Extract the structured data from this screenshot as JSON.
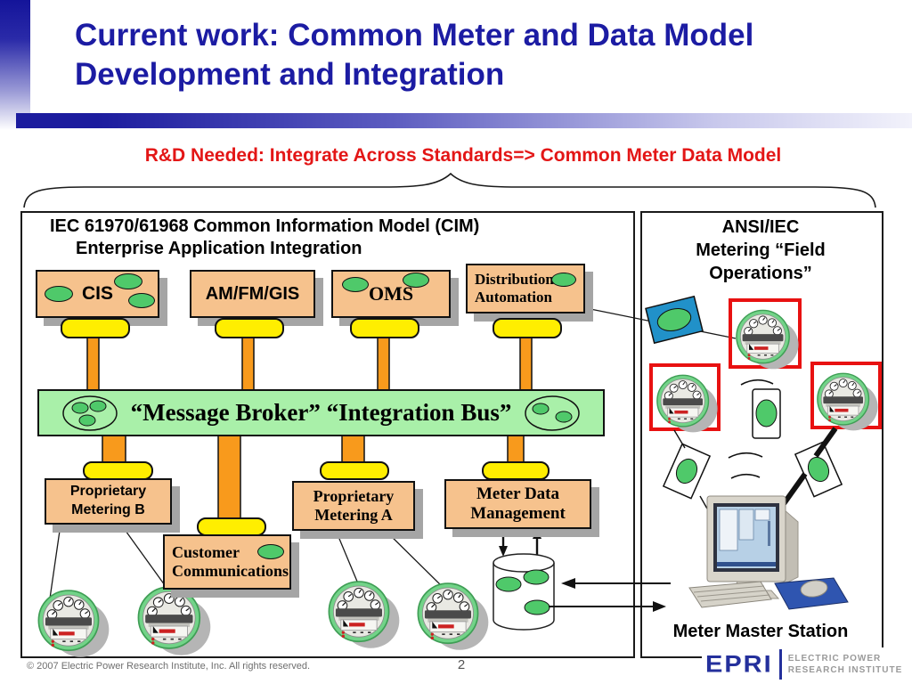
{
  "slide": {
    "title_line1": "Current work: Common Meter and Data Model",
    "title_line2": "Development and Integration",
    "subtitle": "R&D Needed: Integrate Across Standards=> Common Meter Data Model"
  },
  "left_panel": {
    "heading1": "IEC 61970/61968 Common Information Model (CIM)",
    "heading2": "Enterprise Application Integration",
    "apps": {
      "cis": "CIS",
      "amfmgis": "AM/FM/GIS",
      "oms": "OMS",
      "da_line1": "Distribution",
      "da_line2": "Automation"
    },
    "bus_label": "“Message Broker” “Integration Bus”",
    "lower_apps": {
      "prop_b_line1": "Proprietary",
      "prop_b_line2": "Metering B",
      "cust_line1": "Customer",
      "cust_line2": "Communications",
      "prop_a_line1": "Proprietary",
      "prop_a_line2": "Metering A",
      "mdm_line1": "Meter Data",
      "mdm_line2": "Management"
    }
  },
  "right_panel": {
    "title_line1": "ANSI/IEC",
    "title_line2": "Metering “Field",
    "title_line3": "Operations”",
    "caption": "Meter Master Station"
  },
  "footer": {
    "copyright": "© 2007 Electric Power Research Institute, Inc. All rights reserved.",
    "page_number": "2"
  },
  "logo": {
    "wordmark": "EPRI",
    "tagline_line1": "ELECTRIC POWER",
    "tagline_line2": "RESEARCH INSTITUTE"
  },
  "colors": {
    "title_blue": "#1c1ca3",
    "subtitle_red": "#e31616",
    "box_peach": "#f6c28d",
    "shadow_gray": "#a5a5a5",
    "adapter_yellow": "#ffee00",
    "stem_orange": "#f89a1c",
    "bus_green": "#a9f0a9",
    "oval_green": "#4fc96a",
    "meter_frame_red": "#e81111",
    "card_blue": "#2191c9",
    "logo_navy": "#24309c"
  }
}
